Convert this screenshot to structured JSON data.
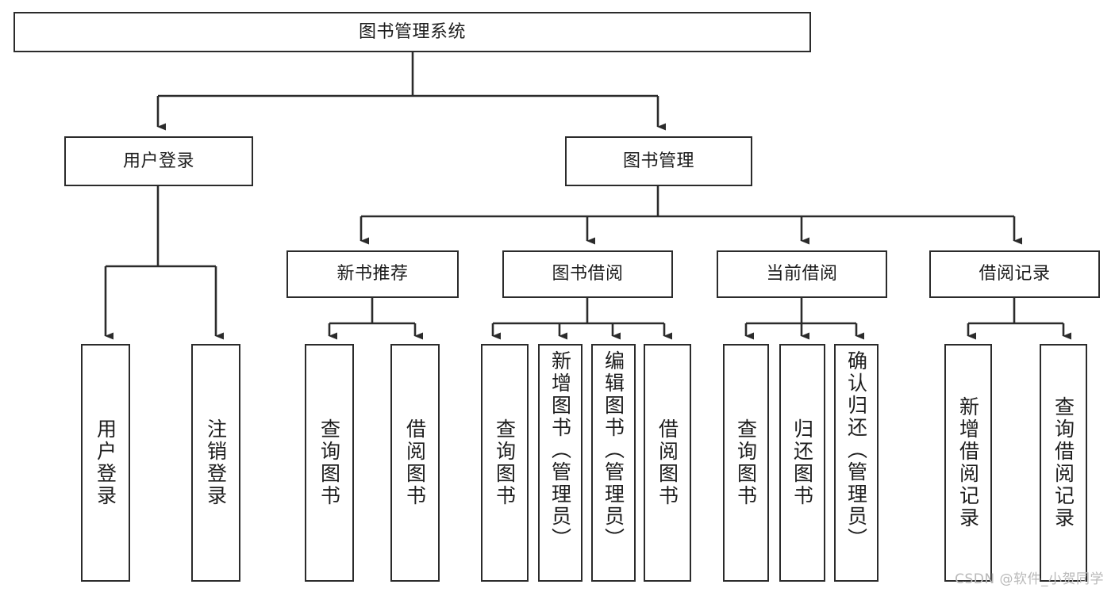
{
  "diagram": {
    "title": "图书管理系统",
    "type": "tree-hierarchy",
    "background_color": "#ffffff",
    "line_color": "#2b2b2b",
    "text_color": "#1d1d1d",
    "watermark": "CSDN @软件_小贺同学",
    "levels": {
      "root": {
        "label": "图书管理系统"
      },
      "level2": [
        {
          "label": "用户登录"
        },
        {
          "label": "图书管理"
        }
      ],
      "level3": [
        {
          "label": "新书推荐"
        },
        {
          "label": "图书借阅"
        },
        {
          "label": "当前借阅"
        },
        {
          "label": "借阅记录"
        }
      ],
      "leaves": {
        "user_login": [
          {
            "label": "用户登录"
          },
          {
            "label": "注销登录"
          }
        ],
        "new_book_recommend": [
          {
            "label": "查询图书"
          },
          {
            "label": "借阅图书"
          }
        ],
        "book_borrow": [
          {
            "label": "查询图书"
          },
          {
            "label": "新增图书（管理员）"
          },
          {
            "label": "编辑图书（管理员）"
          },
          {
            "label": "借阅图书"
          }
        ],
        "current_borrow": [
          {
            "label": "查询图书"
          },
          {
            "label": "归还图书"
          },
          {
            "label": "确认归还（管理员）"
          }
        ],
        "borrow_record": [
          {
            "label": "新增借阅记录"
          },
          {
            "label": "查询借阅记录"
          }
        ]
      }
    }
  }
}
